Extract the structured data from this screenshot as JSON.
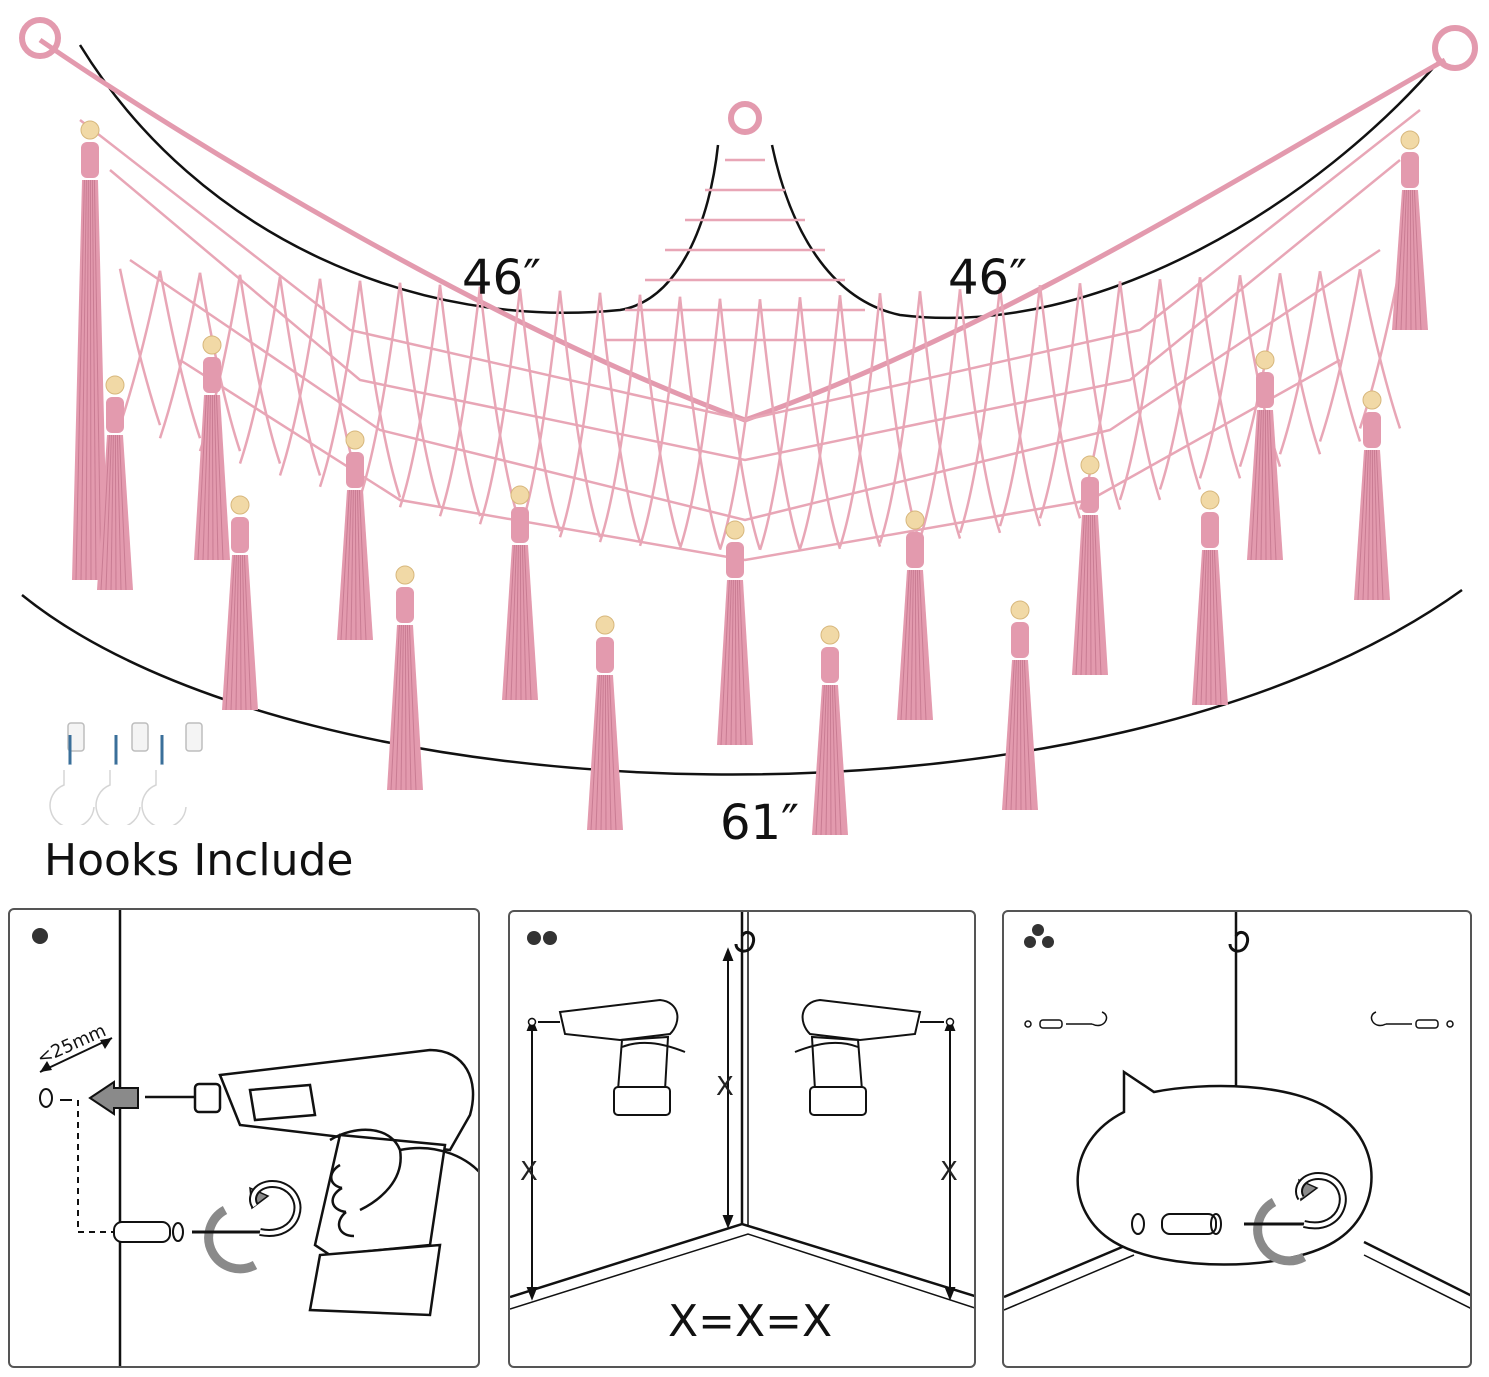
{
  "dimensions": {
    "left_span": "46″",
    "right_span": "46″",
    "bottom_span": "61″"
  },
  "hooks": {
    "label": "Hooks Include",
    "count": 3
  },
  "steps": [
    {
      "step_dots": 1,
      "edge_distance_label": "<25mm"
    },
    {
      "step_dots": 2,
      "left_height_label": "X",
      "middle_height_label": "X",
      "right_height_label": "X",
      "equality": "X=X=X"
    },
    {
      "step_dots": 3
    }
  ],
  "colors": {
    "net_pink": "#e8a6b6",
    "tassel_pink": "#e39aae",
    "bead_wood": "#f1d9a6",
    "arrow_gray": "#8a8a8a",
    "line_black": "#111111"
  }
}
